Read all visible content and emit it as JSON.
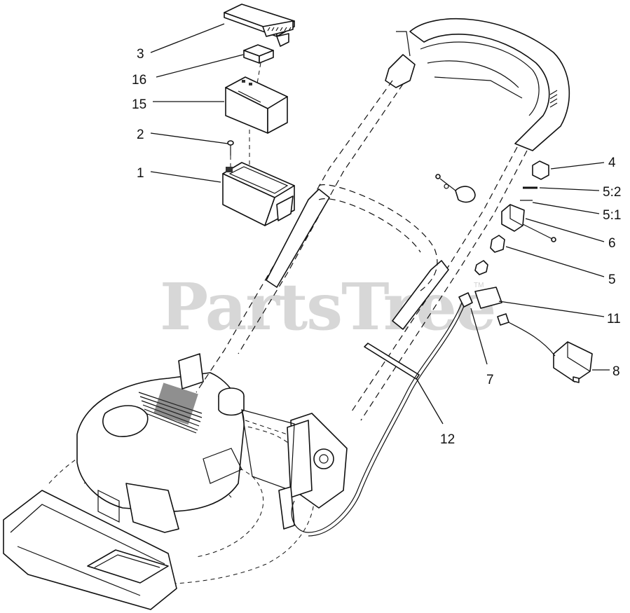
{
  "watermark": {
    "text": "PartsTree",
    "tm": "TM"
  },
  "callouts": [
    {
      "id": "3",
      "text": "3"
    },
    {
      "id": "16",
      "text": "16"
    },
    {
      "id": "15",
      "text": "15"
    },
    {
      "id": "2",
      "text": "2"
    },
    {
      "id": "1",
      "text": "1"
    },
    {
      "id": "4",
      "text": "4"
    },
    {
      "id": "5-2",
      "text": "5:2"
    },
    {
      "id": "5-1",
      "text": "5:1"
    },
    {
      "id": "6",
      "text": "6"
    },
    {
      "id": "5",
      "text": "5"
    },
    {
      "id": "11",
      "text": "11"
    },
    {
      "id": "7",
      "text": "7"
    },
    {
      "id": "8",
      "text": "8"
    },
    {
      "id": "12",
      "text": "12"
    }
  ]
}
